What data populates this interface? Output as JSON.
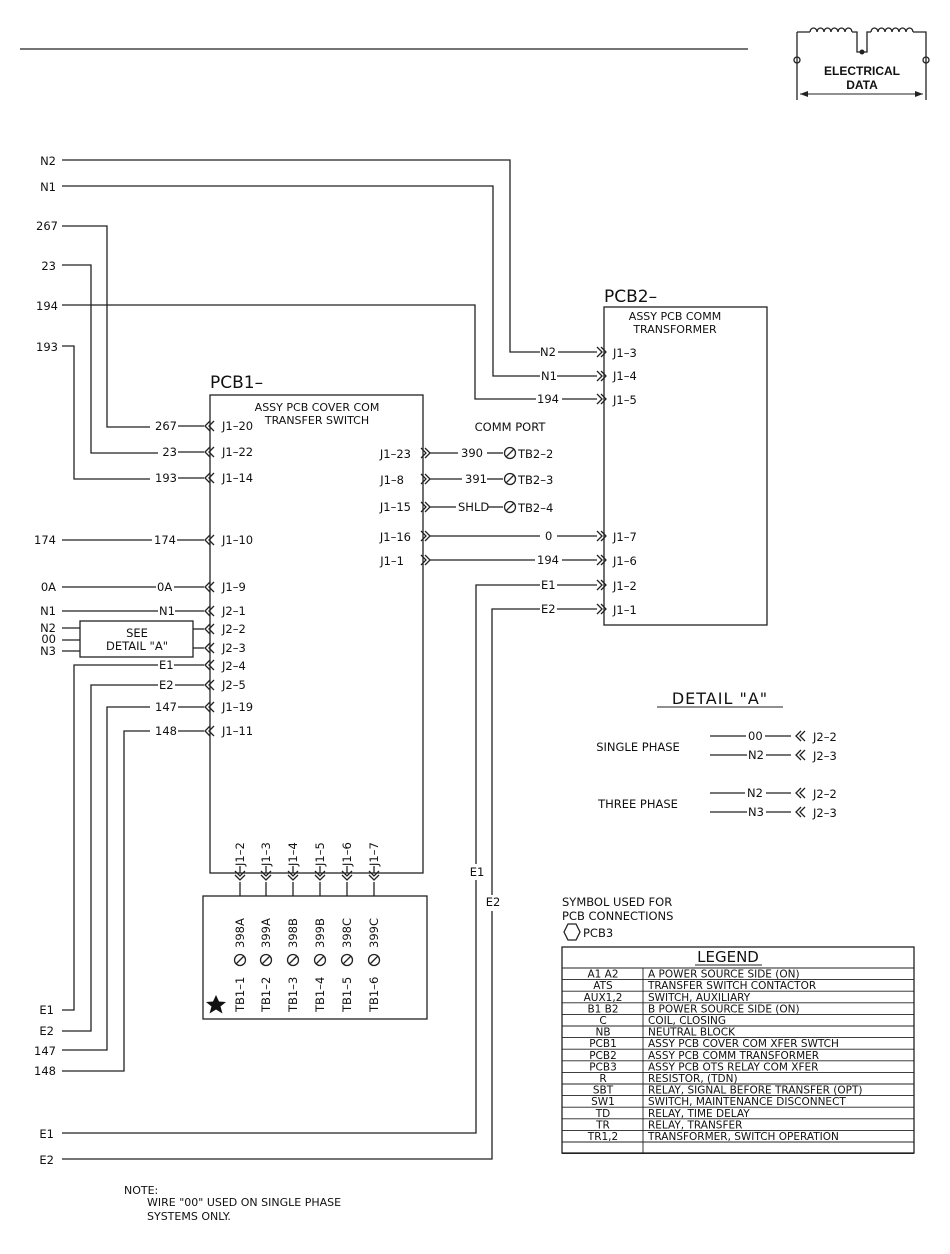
{
  "badge": {
    "line1": "ELECTRICAL",
    "line2": "DATA"
  },
  "pcb1": {
    "name": "PCB1–",
    "desc1": "ASSY PCB COVER COM",
    "desc2": "TRANSFER SWITCH"
  },
  "pcb2": {
    "name": "PCB2–",
    "desc1": "ASSY PCB COMM",
    "desc2": "TRANSFORMER"
  },
  "comm_port": "COMM PORT",
  "left_wires": [
    "N2",
    "N1",
    "267",
    "23",
    "194",
    "193",
    "174",
    "0A",
    "N1",
    "N2",
    "00",
    "N3"
  ],
  "pcb1_left_pins": [
    "J1–20",
    "J1–22",
    "J1–14",
    "J1–10",
    "J1–9",
    "J2–1",
    "J2–2",
    "J2–3",
    "J2–4",
    "J2–5",
    "J1–19",
    "J1–11"
  ],
  "pcb1_left_wires": [
    "267",
    "23",
    "193",
    "174",
    "0A",
    "N1",
    "E1",
    "E2",
    "147",
    "148"
  ],
  "see_detail": {
    "line1": "SEE",
    "line2": "DETAIL \"A\""
  },
  "pcb1_right_pins": [
    "J1–23",
    "J1–8",
    "J1–15",
    "J1–16",
    "J1–1"
  ],
  "pcb1_right_wires": [
    "390",
    "391",
    "SHLD",
    "0",
    "194"
  ],
  "tb2_terminals": [
    "TB2–2",
    "TB2–3",
    "TB2–4"
  ],
  "pcb2_pins": [
    "J1–3",
    "J1–4",
    "J1–5",
    "J1–7",
    "J1–6",
    "J1–2",
    "J1–1"
  ],
  "pcb2_wires": [
    "N2",
    "N1",
    "194",
    "E1",
    "E2"
  ],
  "bottom_pins": [
    "J1–2",
    "J1–3",
    "J1–4",
    "J1–5",
    "J1–6",
    "J1–7"
  ],
  "bottom_wires": [
    "398A",
    "399A",
    "398B",
    "399B",
    "398C",
    "399C"
  ],
  "tb1_terminals": [
    "TB1–1",
    "TB1–2",
    "TB1–3",
    "TB1–4",
    "TB1–5",
    "TB1–6"
  ],
  "left_bottom_wires": [
    "E1",
    "E2",
    "147",
    "148",
    "E1",
    "E2"
  ],
  "vertical_labels": [
    "E1",
    "E2"
  ],
  "detail": {
    "title": "DETAIL \"A\"",
    "single": "SINGLE PHASE",
    "three": "THREE PHASE",
    "single_wires": [
      "00",
      "N2"
    ],
    "three_wires": [
      "N2",
      "N3"
    ],
    "pins": [
      "J2–2",
      "J2–3",
      "J2–2",
      "J2–3"
    ]
  },
  "symbol": {
    "line1": "SYMBOL USED FOR",
    "line2": "PCB CONNECTIONS",
    "label": "PCB3"
  },
  "legend": {
    "title": "LEGEND",
    "rows": [
      {
        "code": "A1 A2",
        "desc": "A POWER SOURCE SIDE (ON)"
      },
      {
        "code": "ATS",
        "desc": "TRANSFER SWITCH CONTACTOR"
      },
      {
        "code": "AUX1,2",
        "desc": "SWITCH, AUXILIARY"
      },
      {
        "code": "B1 B2",
        "desc": "B POWER SOURCE SIDE (ON)"
      },
      {
        "code": "C",
        "desc": "COIL, CLOSING"
      },
      {
        "code": "NB",
        "desc": "NEUTRAL BLOCK"
      },
      {
        "code": "PCB1",
        "desc": "ASSY PCB COVER COM XFER SWTCH"
      },
      {
        "code": "PCB2",
        "desc": "ASSY PCB COMM TRANSFORMER"
      },
      {
        "code": "PCB3",
        "desc": "ASSY PCB OTS RELAY COM XFER"
      },
      {
        "code": "R",
        "desc": "RESISTOR, (TDN)"
      },
      {
        "code": "SBT",
        "desc": "RELAY, SIGNAL BEFORE TRANSFER (OPT)"
      },
      {
        "code": "SW1",
        "desc": "SWITCH, MAINTENANCE DISCONNECT"
      },
      {
        "code": "TD",
        "desc": "RELAY, TIME DELAY"
      },
      {
        "code": "TR",
        "desc": "RELAY, TRANSFER"
      },
      {
        "code": "TR1,2",
        "desc": "TRANSFORMER, SWITCH OPERATION"
      },
      {
        "code": "",
        "desc": ""
      }
    ]
  },
  "note": {
    "line1": "NOTE:",
    "line2": "WIRE \"00\" USED ON SINGLE PHASE",
    "line3": "SYSTEMS ONLY."
  }
}
